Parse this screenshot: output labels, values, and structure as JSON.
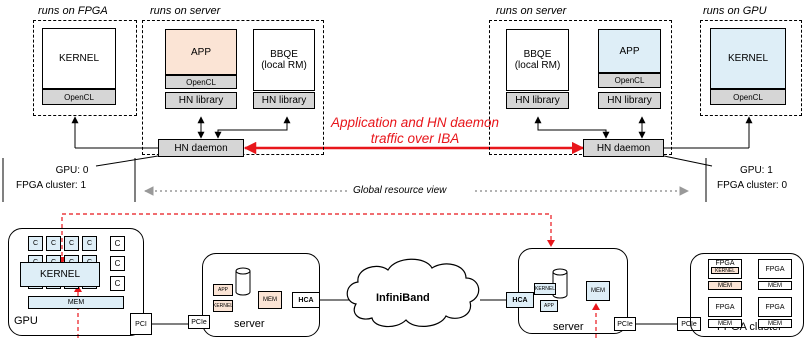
{
  "top": {
    "fpga_title": "runs on FPGA",
    "server_left_title": "runs on server",
    "server_right_title": "runs on server",
    "gpu_title": "runs on GPU",
    "kernel": "KERNEL",
    "opencl": "OpenCL",
    "app": "APP",
    "bbqe_line1": "BBQE",
    "bbqe_line2": "(local RM)",
    "hn_library": "HN library",
    "hn_daemon": "HN daemon",
    "traffic_line1": "Application and HN daemon",
    "traffic_line2": "traffic over IBA",
    "left_res_line1": "GPU: 0",
    "left_res_line2": "FPGA cluster: 1",
    "right_res_line1": "GPU: 1",
    "right_res_line2": "FPGA cluster: 0",
    "global_view": "Global resource view"
  },
  "bottom": {
    "cu": "C",
    "kernel": "KERNEL",
    "mem": "MEM",
    "gpu": "GPU",
    "pci": "PCI",
    "pcie": "PCIe",
    "app": "APP",
    "kernel_small": "KERNEL",
    "server": "server",
    "hca": "HCA",
    "infiniband": "InfiniBand",
    "fpga": "FPGA",
    "fpga_cluster": "FPGA cluster"
  },
  "colors": {
    "arrow_red": "#e8161b",
    "grey_box": "#d6d6d6",
    "peach_box": "#fbe4d5",
    "blue_box": "#deeef7"
  }
}
